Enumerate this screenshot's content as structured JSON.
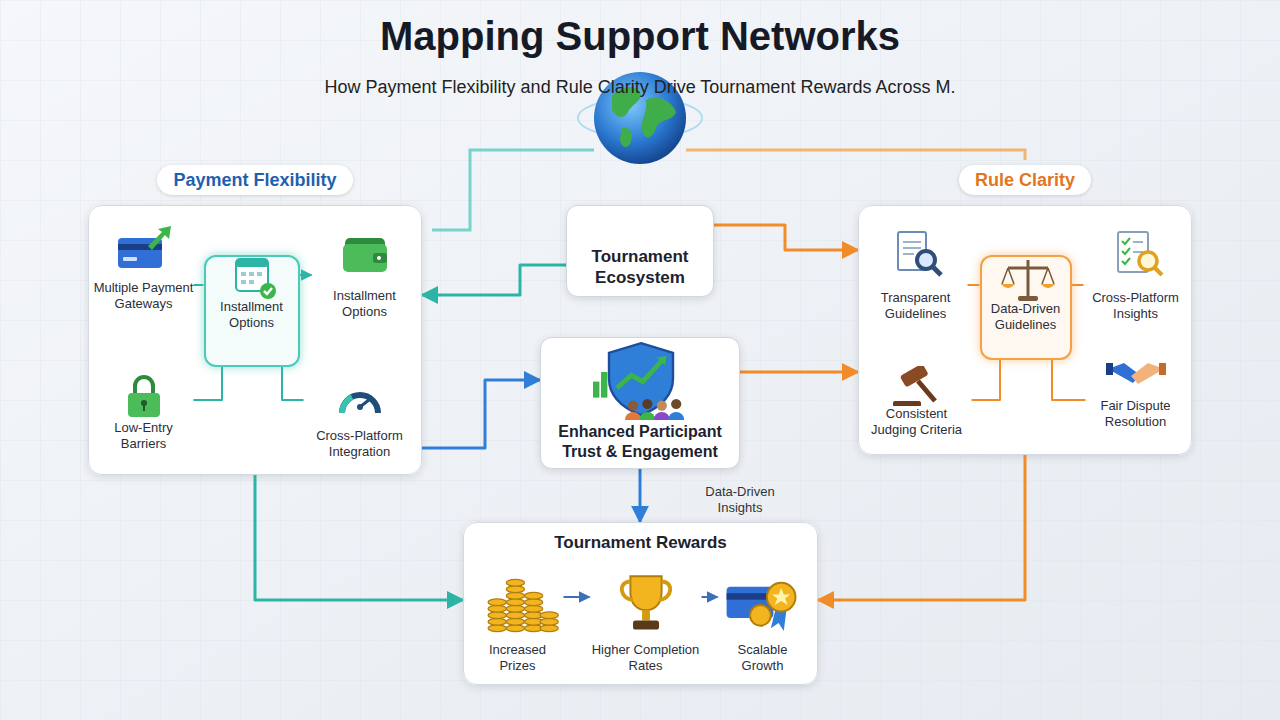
{
  "diagram": {
    "title": "Mapping Support Networks",
    "nodes": [
      {
        "text": [
          "Payment Flexibility"
        ]
      },
      {
        "text": [
          "Multiple Payment Gateways"
        ],
        "in": 0
      },
      {
        "text": [
          "Installment Options"
        ],
        "in": 0
      },
      {
        "text": [
          "Installment Options"
        ],
        "in": 0
      },
      {
        "text": [
          "Low-Entry Barriers"
        ],
        "in": 0
      },
      {
        "text": [
          "Cross-Platform Integration"
        ],
        "in": 0
      },
      {
        "text": [
          "Tournament Ecosystem"
        ]
      },
      {
        "text": [
          "Rule Clarity"
        ]
      },
      {
        "text": [
          "Transparent Guidelines"
        ],
        "in": 7
      },
      {
        "text": [
          "Data-Driven Guidelines"
        ],
        "in": 7
      },
      {
        "text": [
          "Cross-Platform Insights"
        ],
        "in": 7
      },
      {
        "text": [
          "Consistent Judging Criteria"
        ],
        "in": 7
      },
      {
        "text": [
          "Fair Dispute Resolution"
        ],
        "in": 7
      },
      {
        "text": [
          "Enhanced Participant Trust & Engagement"
        ]
      },
      {
        "text": [
          "Tournament Rewards"
        ]
      },
      {
        "text": [
          "Increased Prizes"
        ],
        "in": 14
      },
      {
        "text": [
          "Higher Completion Rates"
        ],
        "in": 14
      },
      {
        "text": [
          "Scalable Growth"
        ],
        "in": 14
      }
    ],
    "edges": [
      {
        "from": 6,
        "to": 0,
        "arrow": "to"
      },
      {
        "from": 6,
        "to": 7,
        "arrow": "to"
      },
      {
        "from": 0,
        "to": 13,
        "arrow": "to"
      },
      {
        "from": 13,
        "to": 7,
        "arrow": "to"
      },
      {
        "from": 13,
        "to": 14,
        "arrow": "to"
      },
      {
        "from": 0,
        "to": 14,
        "arrow": "to"
      },
      {
        "from": 7,
        "to": 14,
        "arrow": "to"
      },
      {
        "from": 2,
        "to": 1,
        "arrow": "none"
      },
      {
        "from": 2,
        "to": 3,
        "arrow": "to"
      },
      {
        "from": 2,
        "to": 4,
        "arrow": "none"
      },
      {
        "from": 2,
        "to": 5,
        "arrow": "none"
      },
      {
        "from": 9,
        "to": 8,
        "arrow": "none"
      },
      {
        "from": 9,
        "to": 10,
        "arrow": "none"
      },
      {
        "from": 9,
        "to": 11,
        "arrow": "none"
      },
      {
        "from": 9,
        "to": 12,
        "arrow": "none"
      },
      {
        "from": 15,
        "to": 16,
        "arrow": "to"
      },
      {
        "from": 16,
        "to": 17,
        "arrow": "to"
      }
    ],
    "labels": [
      "How Payment Flexibility and Rule Clarity Drive Tournament Rewards Across M.",
      "Data-Driven Insights"
    ]
  }
}
